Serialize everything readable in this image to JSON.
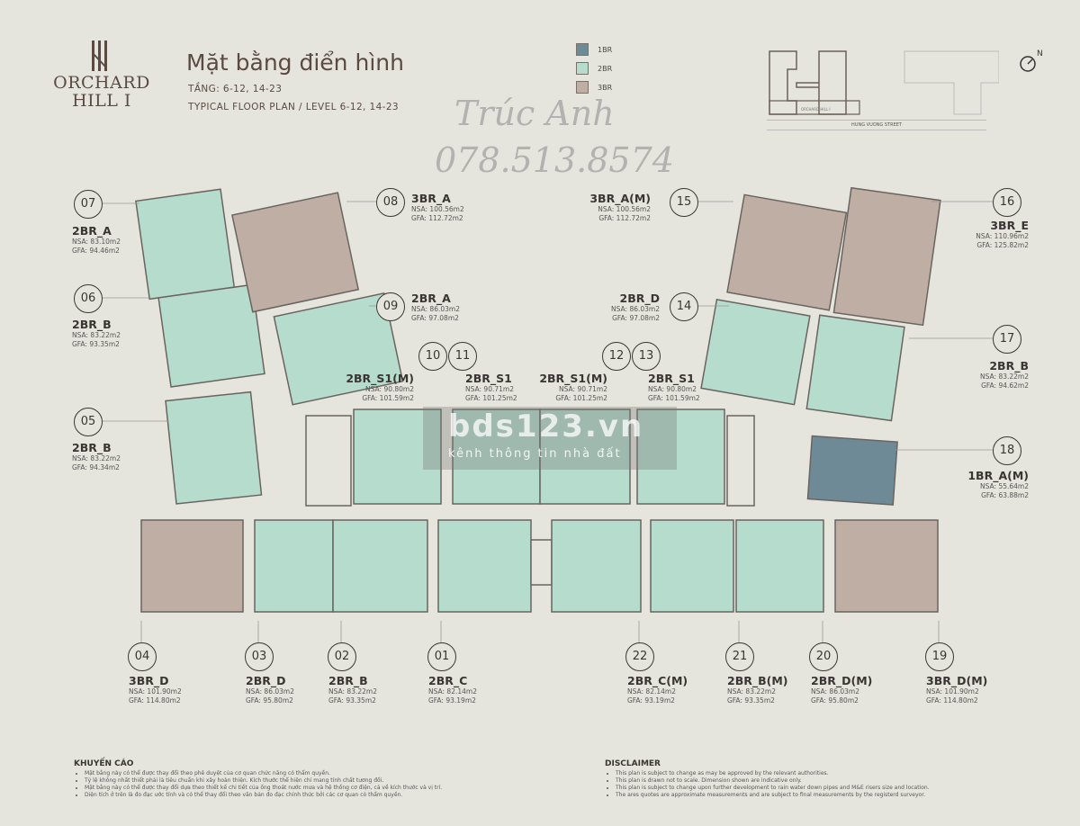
{
  "brand": {
    "line1": "ORCHARD",
    "line2": "HILL I"
  },
  "header": {
    "title": "Mặt bằng điển hình",
    "subtitle_vi": "TẦNG: 6-12, 14-23",
    "subtitle_en": "TYPICAL FLOOR PLAN / LEVEL 6-12, 14-23"
  },
  "legend": [
    {
      "label": "1BR",
      "color": "#6f8a97"
    },
    {
      "label": "2BR",
      "color": "#b5dccd"
    },
    {
      "label": "3BR",
      "color": "#bfaea4"
    }
  ],
  "keyplan": {
    "building_label": "ORCHARD HILL I",
    "street": "HUNG VUONG STREET",
    "north": "N"
  },
  "watermarks": {
    "name": "Trúc Anh",
    "phone": "078.513.8574",
    "site": "bds123.vn",
    "site_tagline": "kênh thông tin nhà đất"
  },
  "units": [
    {
      "no": "07",
      "type": "2BR_A",
      "nsa": "NSA: 83.10m2",
      "gfa": "GFA: 94.46m2"
    },
    {
      "no": "06",
      "type": "2BR_B",
      "nsa": "NSA: 83.22m2",
      "gfa": "GFA: 93.35m2"
    },
    {
      "no": "05",
      "type": "2BR_B",
      "nsa": "NSA: 83.22m2",
      "gfa": "GFA: 94.34m2"
    },
    {
      "no": "08",
      "type": "3BR_A",
      "nsa": "NSA: 100.56m2",
      "gfa": "GFA: 112.72m2"
    },
    {
      "no": "09",
      "type": "2BR_A",
      "nsa": "NSA: 86.03m2",
      "gfa": "GFA: 97.08m2"
    },
    {
      "no": "10",
      "type": "2BR_S1(M)",
      "nsa": "NSA: 90.80m2",
      "gfa": "GFA: 101.59m2"
    },
    {
      "no": "11",
      "type": "2BR_S1",
      "nsa": "NSA: 90.71m2",
      "gfa": "GFA: 101.25m2"
    },
    {
      "no": "12",
      "type": "2BR_S1(M)",
      "nsa": "NSA: 90.71m2",
      "gfa": "GFA: 101.25m2"
    },
    {
      "no": "13",
      "type": "2BR_S1",
      "nsa": "NSA: 90.80m2",
      "gfa": "GFA: 101.59m2"
    },
    {
      "no": "14",
      "type": "2BR_D",
      "nsa": "NSA: 86.03m2",
      "gfa": "GFA: 97.08m2"
    },
    {
      "no": "15",
      "type": "3BR_A(M)",
      "nsa": "NSA: 100.56m2",
      "gfa": "GFA: 112.72m2"
    },
    {
      "no": "16",
      "type": "3BR_E",
      "nsa": "NSA: 110.96m2",
      "gfa": "GFA: 125.82m2"
    },
    {
      "no": "17",
      "type": "2BR_B",
      "nsa": "NSA: 83.22m2",
      "gfa": "GFA: 94.62m2"
    },
    {
      "no": "18",
      "type": "1BR_A(M)",
      "nsa": "NSA: 55.64m2",
      "gfa": "GFA: 63.88m2"
    },
    {
      "no": "04",
      "type": "3BR_D",
      "nsa": "NSA: 101.90m2",
      "gfa": "GFA: 114.80m2"
    },
    {
      "no": "03",
      "type": "2BR_D",
      "nsa": "NSA: 86.03m2",
      "gfa": "GFA: 95.80m2"
    },
    {
      "no": "02",
      "type": "2BR_B",
      "nsa": "NSA: 83.22m2",
      "gfa": "GFA: 93.35m2"
    },
    {
      "no": "01",
      "type": "2BR_C",
      "nsa": "NSA: 82.14m2",
      "gfa": "GFA: 93.19m2"
    },
    {
      "no": "22",
      "type": "2BR_C(M)",
      "nsa": "NSA: 82.14m2",
      "gfa": "GFA: 93.19m2"
    },
    {
      "no": "21",
      "type": "2BR_B(M)",
      "nsa": "NSA: 83.22m2",
      "gfa": "GFA: 93.35m2"
    },
    {
      "no": "20",
      "type": "2BR_D(M)",
      "nsa": "NSA: 86.03m2",
      "gfa": "GFA: 95.80m2"
    },
    {
      "no": "19",
      "type": "3BR_D(M)",
      "nsa": "NSA: 101.90m2",
      "gfa": "GFA: 114.80m2"
    }
  ],
  "notes_vi": {
    "title": "KHUYẾN CÁO",
    "items": [
      "Mặt bằng này có thể được thay đổi theo phê duyệt của cơ quan chức năng có thẩm quyền.",
      "Tỷ lệ không nhất thiết phải là tiêu chuẩn khi xây hoàn thiện. Kích thước thể hiện chỉ mang tính chất tương đối.",
      "Mặt bằng này có thể được thay đổi dựa theo thiết kế chi tiết của ống thoát nước mưa và hệ thống cơ điện, cả về kích thước và vị trí.",
      "Diện tích ở trên là đo đạc ước tính và có thể thay đổi theo văn bản đo đạc chính thức bởi các cơ quan có thẩm quyền."
    ]
  },
  "notes_en": {
    "title": "DISCLAIMER",
    "items": [
      "This plan is subject to change as may be approved by the relevant authorities.",
      "This plan is drawn not to scale. Dimension shown are indicative only.",
      "This plan is subject to change upon further development to rain water down pipes and M&E risers size and location.",
      "The ares quotes are approximate measurements and are subject to final measurements by the registerd surveyor."
    ]
  }
}
